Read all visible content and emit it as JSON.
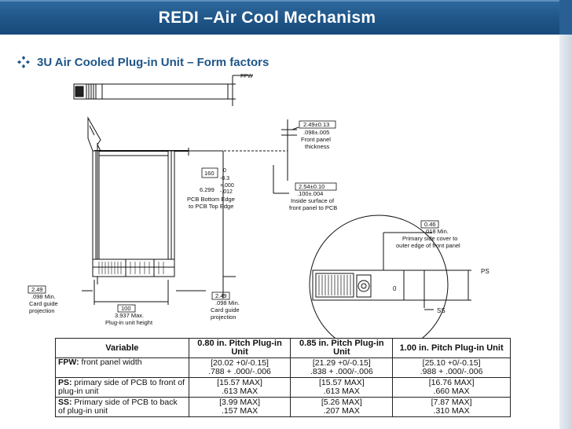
{
  "header": {
    "title": "REDI –Air Cool Mechanism"
  },
  "bullet": {
    "text": "3U Air Cooled Plug-in Unit – Form factors"
  },
  "drawing": {
    "fpw": "FPW",
    "front_panel_dim": [
      "2.49±0.13",
      ".098±.005",
      "Front panel",
      "thickness"
    ],
    "pcb_dim": [
      "160",
      "0",
      "-0.3",
      "+.000",
      "6.299",
      "-.012",
      "PCB Bottom Edge",
      "to PCB Top Edge"
    ],
    "inside_dim": [
      "2.54±0.10",
      ".100±.004",
      "Inside surface of",
      "front panel to PCB"
    ],
    "card_guide_left": [
      "2.49",
      ".098 Min.",
      "Card guide",
      "projection"
    ],
    "height_dim": [
      "100",
      "3.937 Max.",
      "Plug-in unit height"
    ],
    "card_guide_right": [
      "2.49",
      ".098 Min.",
      "Card guide",
      "projection"
    ],
    "primary_dim": [
      "0.46",
      ".018 Min.",
      "Primary side cover to",
      "outer edge of front panel"
    ],
    "ps": "PS",
    "ss": "SS"
  },
  "table": {
    "headers": [
      "Variable",
      "0.80 in. Pitch Plug-in Unit",
      "0.85 in. Pitch Plug-in Unit",
      "1.00 in. Pitch Plug-in Unit"
    ],
    "rows": [
      {
        "var_bold": "FPW:",
        "var_rest": " front panel width",
        "c1": [
          "[20.02 +0/-0.15]",
          ".788 + .000/-.006"
        ],
        "c2": [
          "[21.29 +0/-0.15]",
          ".838 + .000/-.006"
        ],
        "c3": [
          "[25.10 +0/-0.15]",
          ".988 + .000/-.006"
        ]
      },
      {
        "var_bold": "PS:",
        "var_rest": " primary side of PCB to front of plug-in unit",
        "c1": [
          "[15.57 MAX]",
          ".613 MAX"
        ],
        "c2": [
          "[15.57 MAX]",
          ".613 MAX"
        ],
        "c3": [
          "[16.76 MAX]",
          ".660 MAX"
        ]
      },
      {
        "var_bold": "SS:",
        "var_rest": " Primary side of PCB to back of plug-in unit",
        "c1": [
          "[3.99 MAX]",
          ".157 MAX"
        ],
        "c2": [
          "[5.26 MAX]",
          ".207 MAX"
        ],
        "c3": [
          "[7.87 MAX]",
          ".310 MAX"
        ]
      }
    ]
  }
}
